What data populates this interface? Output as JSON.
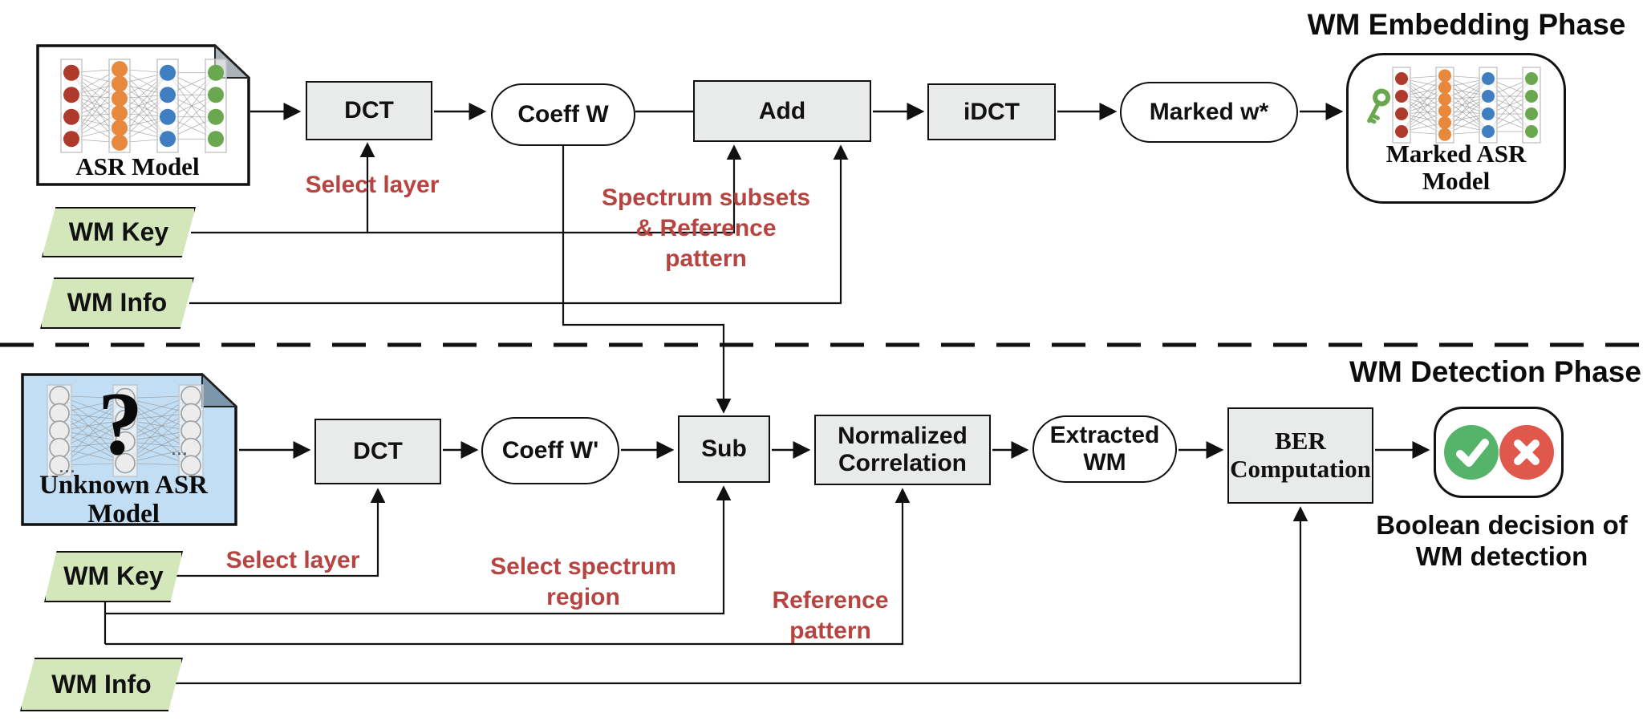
{
  "titles": {
    "embedding": "WM Embedding Phase",
    "detection": "WM Detection Phase"
  },
  "embedding": {
    "asr_model_caption": "ASR Model",
    "dct": "DCT",
    "coeff_w": "Coeff W",
    "add": "Add",
    "idct": "iDCT",
    "marked_w": "Marked w*",
    "marked_asr_line1": "Marked ASR",
    "marked_asr_line2": "Model",
    "wm_key": "WM Key",
    "wm_info": "WM Info",
    "annotations": {
      "select_layer": "Select layer",
      "spectrum_line1": "Spectrum subsets",
      "spectrum_line2": "& Reference",
      "spectrum_line3": "pattern"
    }
  },
  "detection": {
    "unknown_caption_line1": "Unknown ASR",
    "unknown_caption_line2": "Model",
    "question_mark": "?",
    "ellipsis": "...",
    "dct": "DCT",
    "coeff_w_prime": "Coeff W'",
    "sub": "Sub",
    "normalized_line1": "Normalized",
    "normalized_line2": "Correlation",
    "extracted_line1": "Extracted",
    "extracted_line2": "WM",
    "ber_line1": "BER",
    "ber_line2": "Computation",
    "wm_key": "WM Key",
    "wm_info": "WM Info",
    "annotations": {
      "select_layer": "Select layer",
      "select_spectrum_line1": "Select spectrum",
      "select_spectrum_line2": "region",
      "reference_line1": "Reference",
      "reference_line2": "pattern",
      "boolean_line1": "Boolean decision of",
      "boolean_line2": "WM detection"
    }
  },
  "colors": {
    "box_gray": "#e9eaea",
    "parallelogram_green": "#d4e7bb",
    "doc_blue": "#c2def4",
    "red_label": "#b64440",
    "check_green": "#56b36a",
    "cross_red": "#e0574c",
    "key_green": "#6aa84f"
  },
  "networks": {
    "asr": {
      "r": 10,
      "columns": [
        {
          "color": "#ae3a2c",
          "count": 4
        },
        {
          "color": "#e8883c",
          "count": 6
        },
        {
          "color": "#3f7fc1",
          "count": 4
        },
        {
          "color": "#69a84f",
          "count": 4
        }
      ]
    },
    "marked": {
      "r": 8,
      "columns": [
        {
          "color": "#ae3a2c",
          "count": 4
        },
        {
          "color": "#e8883c",
          "count": 6
        },
        {
          "color": "#3f7fc1",
          "count": 4
        },
        {
          "color": "#69a84f",
          "count": 4
        }
      ]
    },
    "unknown": {
      "r": 12,
      "node_fill": "#ececec",
      "node_stroke": "#9e9e9e",
      "columns": [
        {
          "color": "#ececec",
          "count": 5
        },
        {
          "color": "#ececec",
          "count": 4
        },
        {
          "color": "#ececec",
          "count": 5
        }
      ]
    }
  }
}
